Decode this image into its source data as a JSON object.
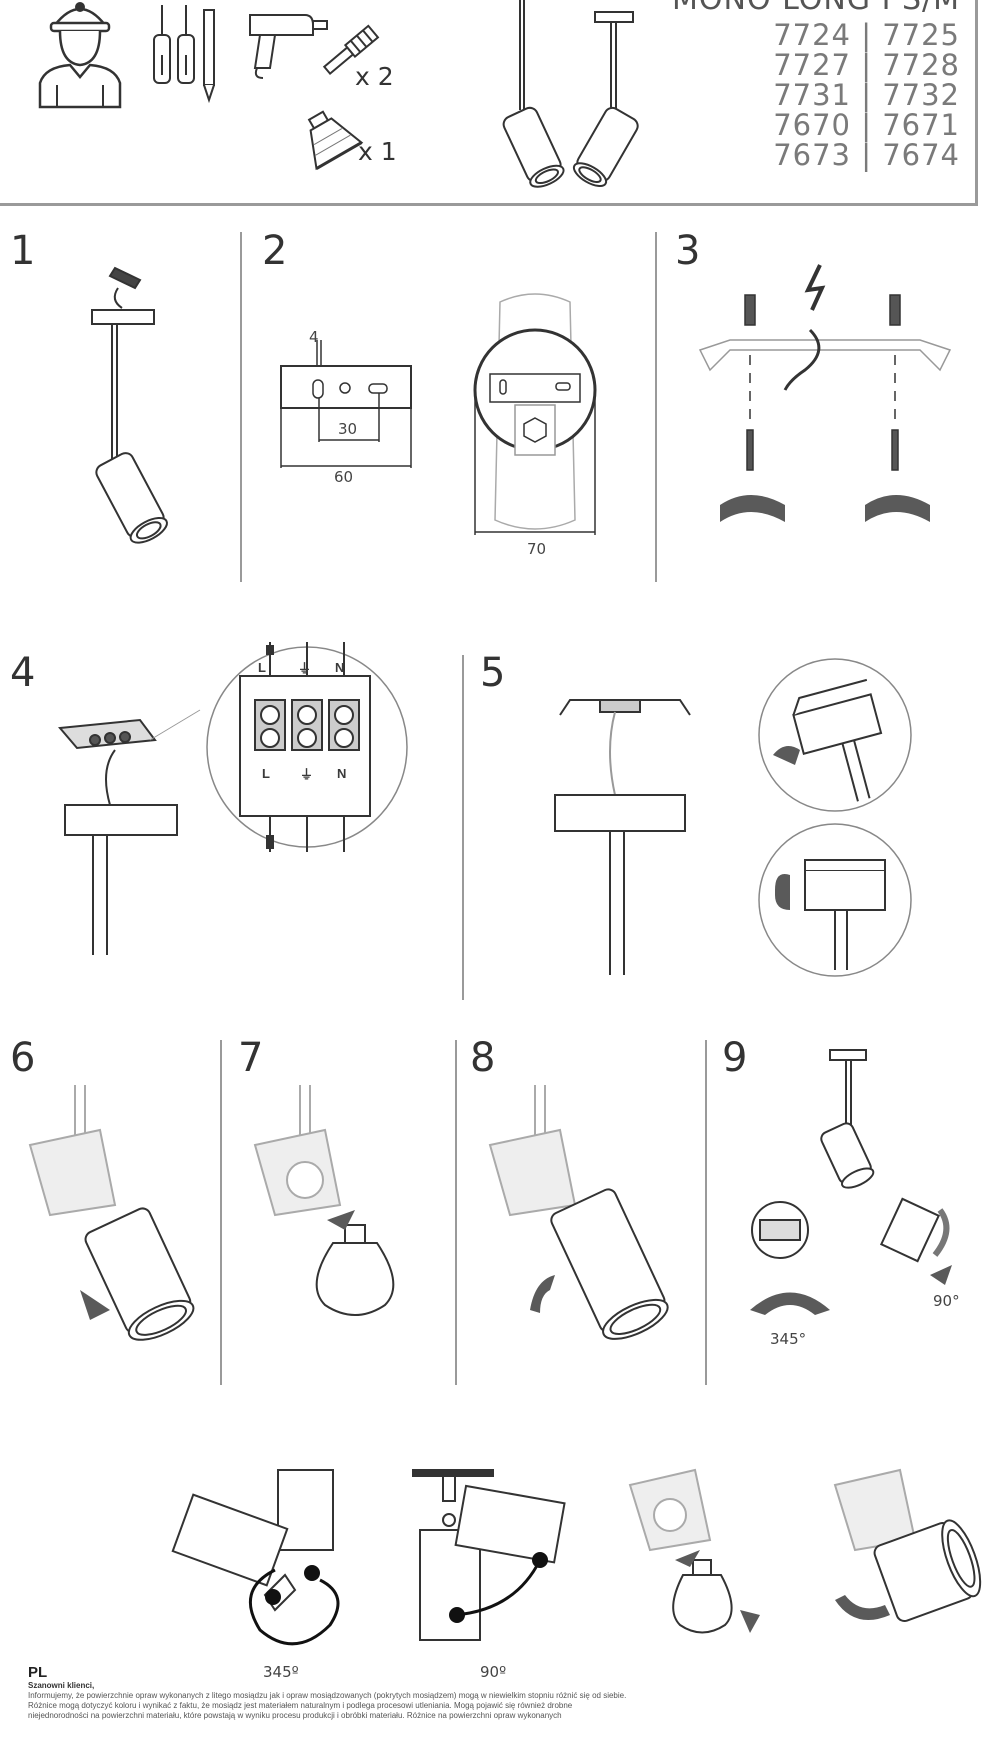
{
  "header": {
    "model_title": "MONO LONG I S/M",
    "codes": [
      "7724 | 7725",
      "7727 | 7728",
      "7731 | 7732",
      "7670 | 7671",
      "7673 | 7674"
    ],
    "qty_screws": "x 2",
    "qty_bulb": "x 1",
    "icons": [
      "installer-icon",
      "screwdrivers-icon",
      "drill-icon",
      "wall-plug-icon",
      "bulb-gu10-icon"
    ]
  },
  "steps": [
    "1",
    "2",
    "3",
    "4",
    "5",
    "6",
    "7",
    "8",
    "9"
  ],
  "dimensions": {
    "hole": "4",
    "spacing": "30",
    "plate_width": "60",
    "diameter": "70"
  },
  "terminal_labels": {
    "live": "L",
    "earth": "⏚",
    "neutral": "N"
  },
  "angles": {
    "step9_tilt": "90°",
    "step9_rotate": "345°",
    "bottom_rotate": "345º",
    "bottom_tilt": "90º"
  },
  "footer": {
    "language": "PL",
    "greeting": "Szanowni klienci,",
    "paragraphs": [
      "Informujemy, że powierzchnie opraw wykonanych z litego mosiądzu jak i opraw mosiądzowanych (pokrytych mosiądzem) mogą w niewielkim stopniu różnić się od siebie.",
      "Różnice mogą dotyczyć koloru i wynikać z faktu, że mosiądz jest materiałem naturalnym i podlega procesowi utleniania. Mogą pojawić się również drobne",
      "niejednorodności na powierzchni materiału, które powstają w wyniku procesu produkcji i obróbki materiału. Różnice na powierzchni opraw wykonanych"
    ]
  },
  "colors": {
    "line": "#333333",
    "divider": "#9a9a9a",
    "grey_fill": "#bdbdbd",
    "arrow": "#5a5a5a"
  }
}
